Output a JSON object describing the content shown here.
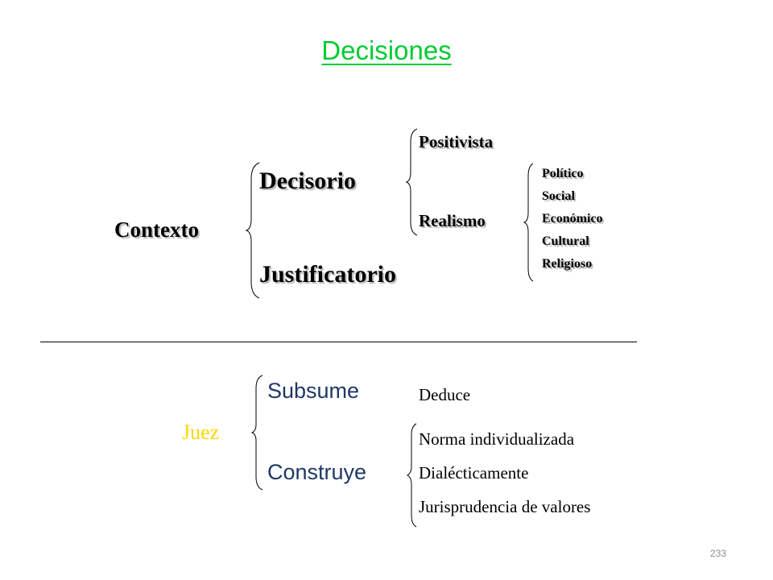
{
  "title": "Decisiones",
  "upper": {
    "root": "Contexto",
    "level1": [
      "Decisorio",
      "Justificatorio"
    ],
    "level2": [
      "Positivista",
      "Realismo"
    ],
    "level3": [
      "Político",
      "Social",
      "Económico",
      "Cultural",
      "Religioso"
    ]
  },
  "lower": {
    "root": "Juez",
    "actions": [
      "Subsume",
      "Construye"
    ],
    "deduce": "Deduce",
    "details": [
      "Norma individualizada",
      "Dialécticamente",
      "Jurisprudencia de valores"
    ]
  },
  "page_number": "233"
}
